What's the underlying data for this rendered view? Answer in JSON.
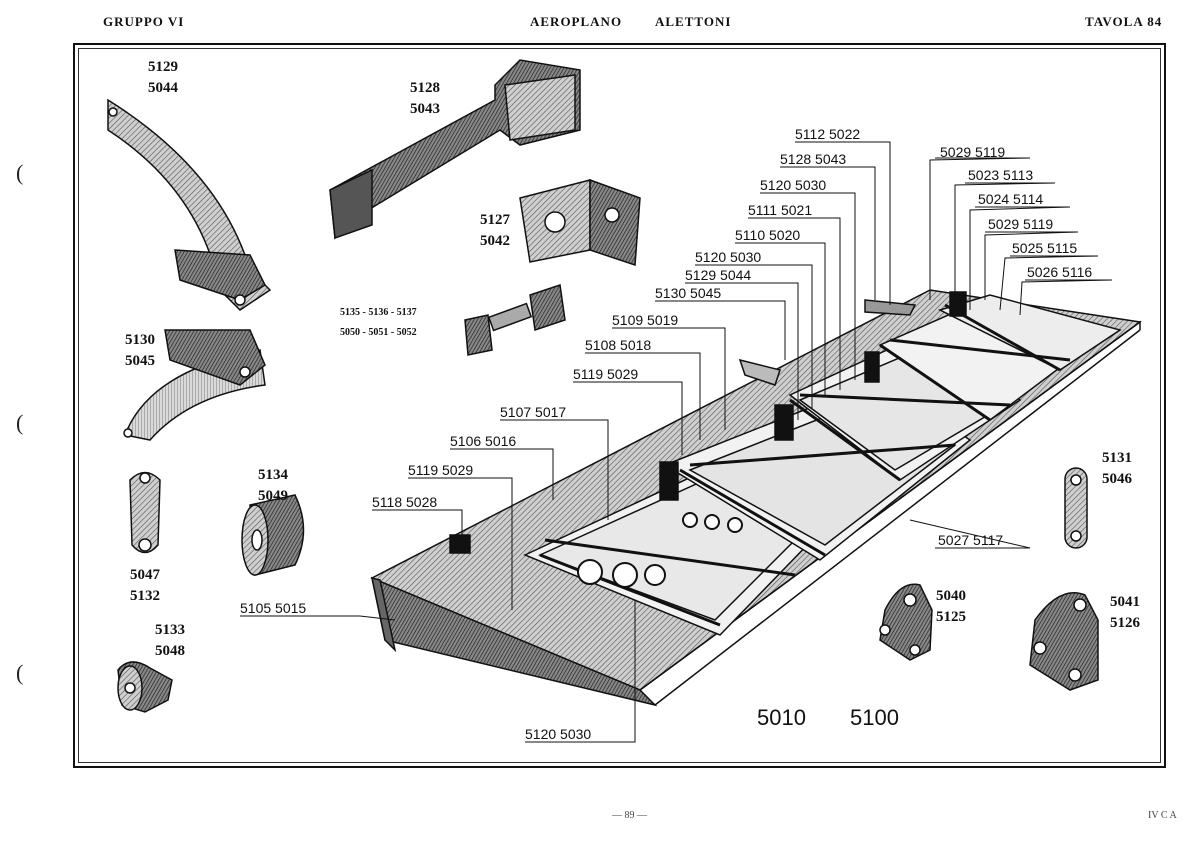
{
  "header": {
    "left": "GRUPPO VI",
    "center_a": "AEROPLANO",
    "center_b": "ALETTONI",
    "right": "TAVOLA 84"
  },
  "footer": {
    "page": "— 89 —",
    "right": "IV C A"
  },
  "parts": {
    "p5129": [
      "5129",
      "5044"
    ],
    "p5128": [
      "5128",
      "5043"
    ],
    "p5127": [
      "5127",
      "5042"
    ],
    "p5130": [
      "5130",
      "5045"
    ],
    "p5135": [
      "5135 - 5136 - 5137",
      "5050 - 5051 - 5052"
    ],
    "p5134": [
      "5134",
      "5049"
    ],
    "p5047": [
      "5047",
      "5132"
    ],
    "p5133": [
      "5133",
      "5048"
    ],
    "p5131": [
      "5131",
      "5046"
    ],
    "p5040": [
      "5040",
      "5125"
    ],
    "p5041": [
      "5041",
      "5126"
    ]
  },
  "callouts": [
    "5112 5022",
    "5128 5043",
    "5120 5030",
    "5111 5021",
    "5110 5020",
    "5120 5030",
    "5129 5044",
    "5130 5045",
    "5109 5019",
    "5108 5018",
    "5119 5029",
    "5107 5017",
    "5106 5016",
    "5119 5029",
    "5118 5028",
    "5105 5015",
    "5029 5119",
    "5023 5113",
    "5024 5114",
    "5029 5119",
    "5025 5115",
    "5026 5116",
    "5027 5117",
    "5120 5030"
  ],
  "assembly": {
    "a": "5010",
    "b": "5100"
  }
}
